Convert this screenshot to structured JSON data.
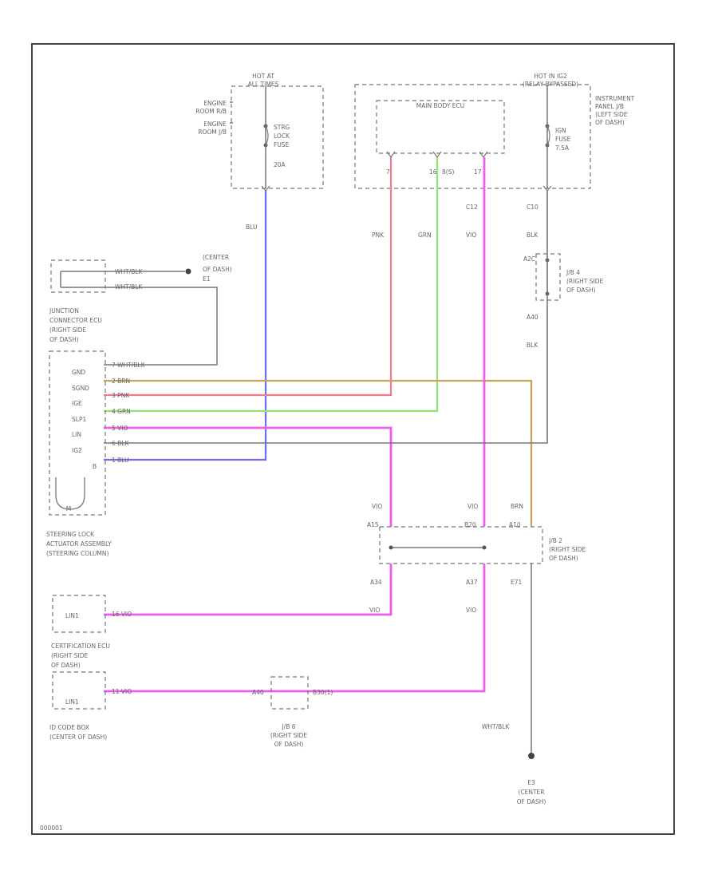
{
  "diagram": {
    "fuse_box_left": {
      "header": [
        "HOT AT",
        "ALL TIMES"
      ],
      "location": [
        "ENGINE",
        "ROOM R/B",
        "ENGINE",
        "ROOM J/B"
      ],
      "fuse": [
        "STRG",
        "LOCK",
        "FUSE",
        "20A"
      ]
    },
    "fuse_box_right": {
      "header": [
        "HOT IN IG2",
        "(RELAY BYPASSED)"
      ],
      "location": [
        "INSTRUMENT",
        "PANEL J/B",
        "(LEFT SIDE",
        "OF DASH)"
      ],
      "ecu": "MAIN BODY ECU",
      "fuse": [
        "IGN",
        "FUSE",
        "7.5A"
      ],
      "pins": [
        "7",
        "16",
        "8(S)",
        "17"
      ]
    },
    "wire_labels": {
      "blu": "BLU",
      "pnk": "PNK",
      "grn": "GRN",
      "vio": "VIO",
      "c12": "C12",
      "c10": "C10",
      "blk": "BLK",
      "a2c": "A2C",
      "a40": "A40",
      "blk2": "BLK",
      "vio_a": "VIO",
      "vio_b": "VIO",
      "brn": "BRN",
      "a34": "A34",
      "a37": "A37",
      "e71": "E71",
      "vio_c": "VIO",
      "vio_d": "VIO",
      "whtblk": "WHT/BLK"
    },
    "jb4": [
      "J/B 4",
      "(RIGHT SIDE",
      "OF DASH)"
    ],
    "jb2": [
      "J/B 2",
      "(RIGHT SIDE",
      "OF DASH)"
    ],
    "jb2_pins": [
      "A15",
      "B20",
      "A10"
    ],
    "jb6": [
      "J/B 6",
      "(RIGHT SIDE",
      "OF DASH)"
    ],
    "jb6_pins": [
      "A40",
      "B30(1)"
    ],
    "junction": {
      "wires": [
        "WHT/BLK",
        "WHT/BLK"
      ],
      "ground": [
        "(CENTER",
        "OF DASH)",
        "E1"
      ],
      "name": [
        "JUNCTION",
        "CONNECTOR ECU",
        "(RIGHT SIDE",
        "OF DASH)"
      ]
    },
    "steering": {
      "pins": [
        "GND",
        "SGND",
        "IGE",
        "SLP1",
        "LIN",
        "IG2",
        "B"
      ],
      "wires": [
        "7  WHT/BLK",
        "2  BRN",
        "3  PNK",
        "4  GRN",
        "5  VIO",
        "6  BLK",
        "1  BLU"
      ],
      "motor": "M",
      "name": [
        "STEERING LOCK",
        "ACTUATOR ASSEMBLY",
        "(STEERING COLUMN)"
      ]
    },
    "cert_ecu": {
      "pin": "LIN1",
      "wire": "16  VIO",
      "name": [
        "CERTIFICATION ECU",
        "(RIGHT SIDE",
        "OF DASH)"
      ]
    },
    "id_code": {
      "pin": "LIN1",
      "wire": "11  VIO",
      "name": [
        "ID CODE BOX",
        "(CENTER OF DASH)"
      ]
    },
    "ground_e3": [
      "E3",
      "(CENTER",
      "OF DASH)"
    ],
    "corner_tag": "000001",
    "colors": {
      "blu": "#6a6ef0",
      "pnk": "#f27a8c",
      "grn": "#8ee66c",
      "vio": "#f05cf0",
      "blk": "#777777",
      "brn": "#c8a35a"
    }
  }
}
